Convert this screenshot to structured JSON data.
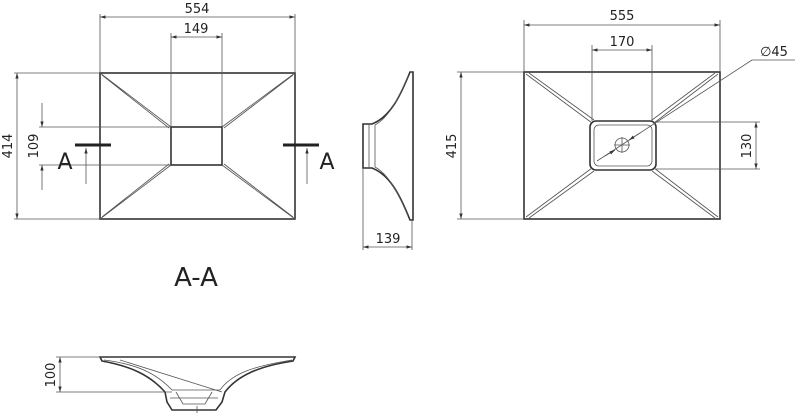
{
  "top_view_left": {
    "width": "554",
    "drain_width": "149",
    "height": "414",
    "drain_height": "109",
    "section_mark_left": "A",
    "section_mark_right": "A"
  },
  "side_view": {
    "depth": "139"
  },
  "section_label": "A-A",
  "top_view_right": {
    "width": "555",
    "drain_width": "170",
    "height": "415",
    "drain_height": "130",
    "hole_diameter": "∅45"
  },
  "section_view": {
    "height": "100"
  },
  "colors": {
    "line": "#333333",
    "background": "#ffffff"
  }
}
